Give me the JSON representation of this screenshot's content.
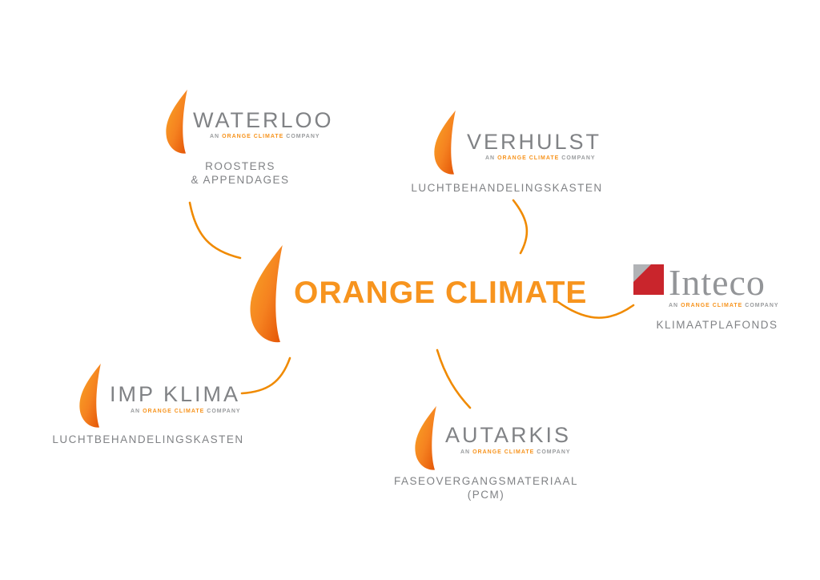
{
  "center": {
    "title": "ORANGE CLIMATE"
  },
  "brands": {
    "waterloo": {
      "name": "WATERLOO",
      "tagline_pre": "AN",
      "tagline_mid": "ORANGE CLIMATE",
      "tagline_post": "COMPANY",
      "descriptor": "ROOSTERS\n& APPENDAGES"
    },
    "verhulst": {
      "name": "VERHULST",
      "tagline_pre": "AN",
      "tagline_mid": "ORANGE CLIMATE",
      "tagline_post": "COMPANY",
      "descriptor": "LUCHTBEHANDELINGSKASTEN"
    },
    "inteco": {
      "name": "Inteco",
      "tagline_pre": "AN",
      "tagline_mid": "ORANGE CLIMATE",
      "tagline_post": "COMPANY",
      "descriptor": "KLIMAATPLAFONDS"
    },
    "impklima": {
      "name": "IMP KLIMA",
      "tagline_pre": "AN",
      "tagline_mid": "ORANGE CLIMATE",
      "tagline_post": "COMPANY",
      "descriptor": "LUCHTBEHANDELINGSKASTEN"
    },
    "autarkis": {
      "name": "AUTARKIS",
      "tagline_pre": "AN",
      "tagline_mid": "ORANGE CLIMATE",
      "tagline_post": "COMPANY",
      "descriptor": "FASEOVERGANGSMATERIAAL (PCM)"
    }
  },
  "icons": {
    "flame": "orange-climate-flame",
    "inteco_logo": "inteco-square-logo"
  },
  "colors": {
    "orange": "#F7941E",
    "orange_dark": "#E35205",
    "line_orange": "#F08A00",
    "gray_text": "#808285",
    "inteco_red": "#C9252C",
    "inteco_gray": "#B1B3B6"
  }
}
